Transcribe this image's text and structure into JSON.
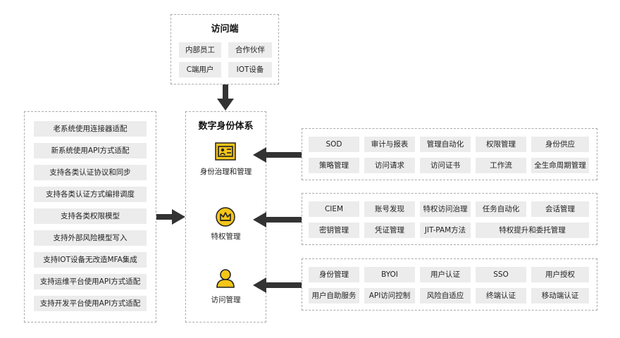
{
  "access": {
    "title": "访问端",
    "items": [
      "内部员工",
      "合作伙伴",
      "C端用户",
      "IOT设备"
    ]
  },
  "left_list": {
    "items": [
      "老系统使用连接器适配",
      "新系统使用API方式适配",
      "支持各类认证协议和同步",
      "支持各类认证方式编排调度",
      "支持各类权限模型",
      "支持外部风险模型写入",
      "支持IOT设备无改造MFA集成",
      "支持运维平台使用API方式适配",
      "支持开发平台使用API方式适配"
    ]
  },
  "center": {
    "title": "数字身份体系",
    "modules": [
      {
        "label": "身份治理和管理",
        "icon": "id-card-icon"
      },
      {
        "label": "特权管理",
        "icon": "crown-icon"
      },
      {
        "label": "访问管理",
        "icon": "user-icon"
      }
    ]
  },
  "governance": {
    "row1": [
      "SOD",
      "审计与报表",
      "管理自动化",
      "权限管理",
      "身份供应"
    ],
    "row2": [
      "策略管理",
      "访问请求",
      "访问证书",
      "工作流",
      "全生命周期管理"
    ]
  },
  "privilege": {
    "row1": [
      "CIEM",
      "账号发现",
      "特权访问治理",
      "任务自动化",
      "会话管理"
    ],
    "row2": [
      "密钥管理",
      "凭证管理",
      "JIT-PAM方法",
      "特权提升和委托管理"
    ]
  },
  "access_mgmt": {
    "row1": [
      "身份管理",
      "BYOI",
      "用户认证",
      "SSO",
      "用户授权"
    ],
    "row2": [
      "用户自助服务",
      "API访问控制",
      "风险自适应",
      "终端认证",
      "移动端认证"
    ]
  },
  "colors": {
    "accent": "#f5c518",
    "arrow": "#333333",
    "chip": "#ececec",
    "border": "#aaaaaa"
  }
}
